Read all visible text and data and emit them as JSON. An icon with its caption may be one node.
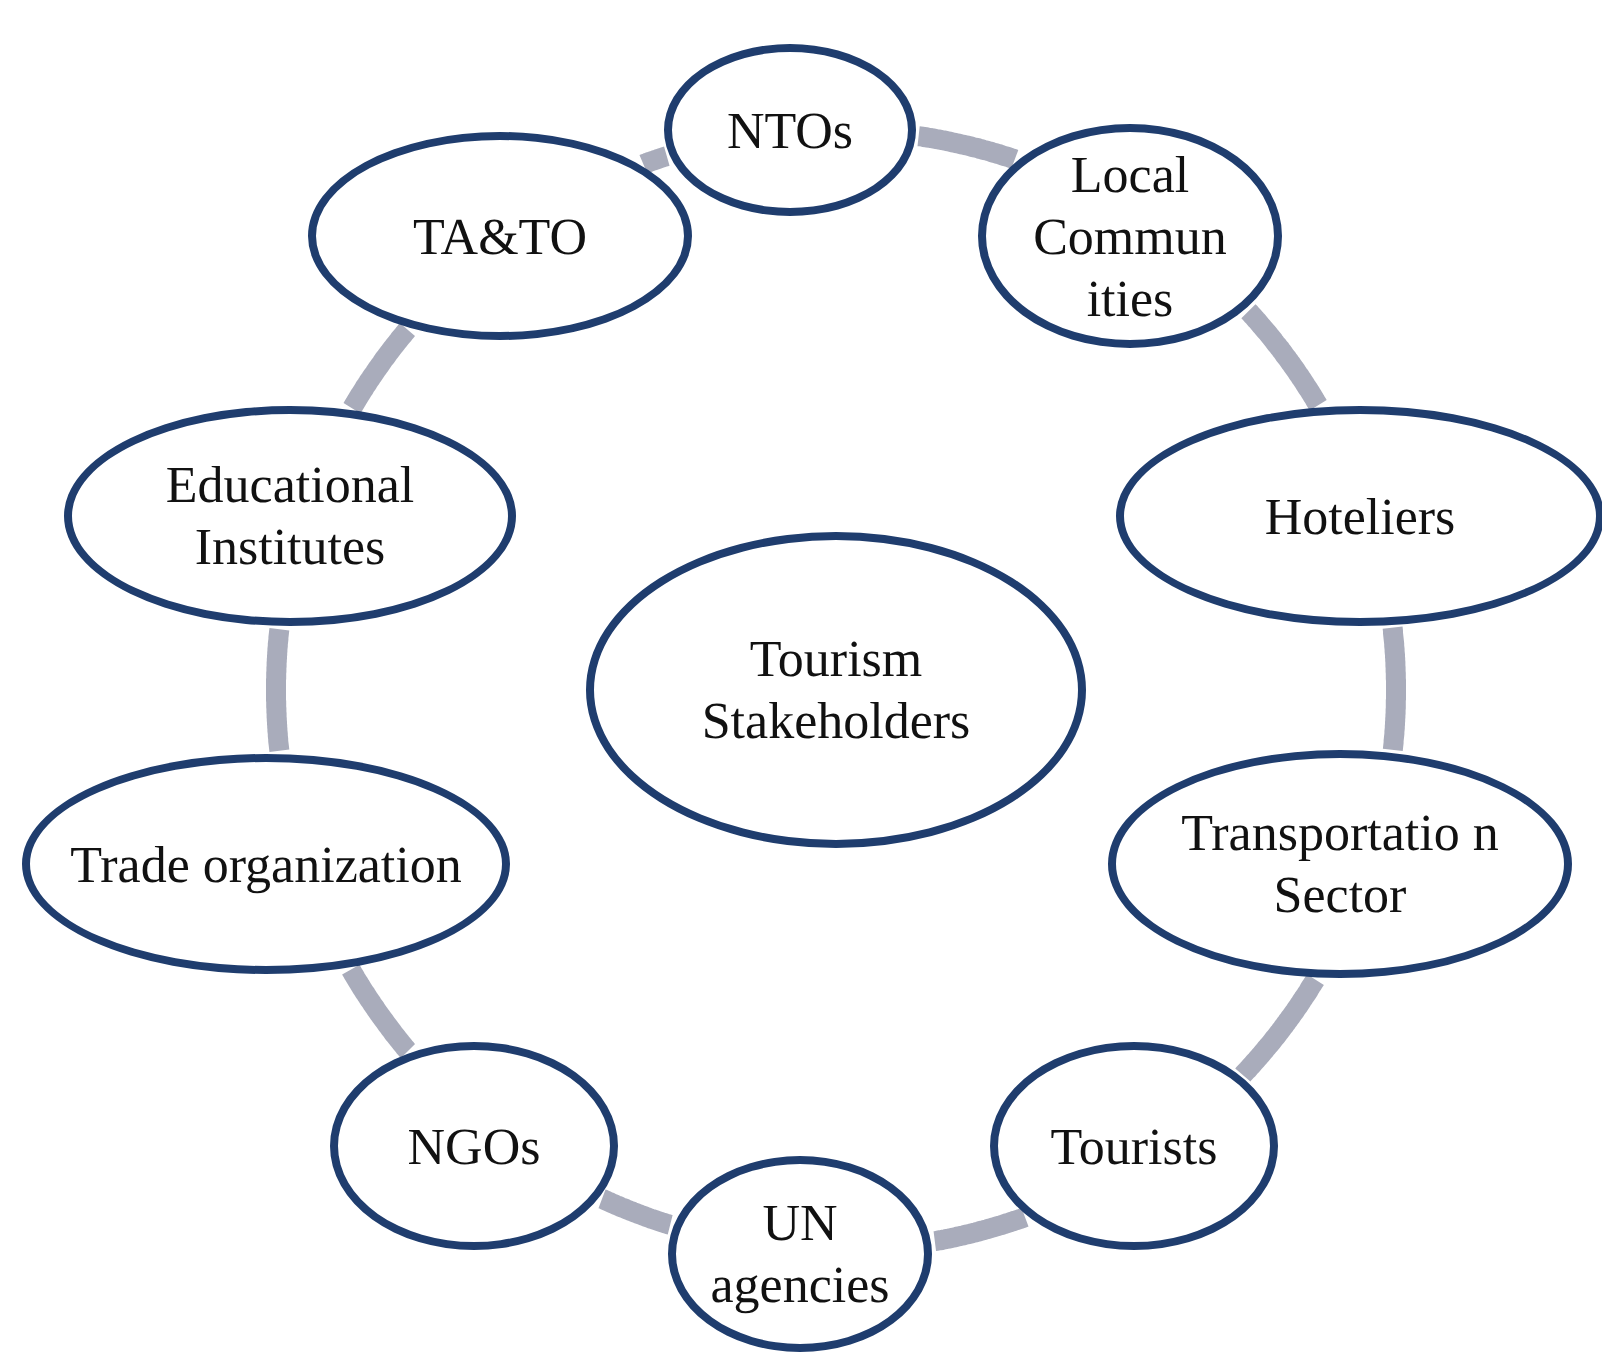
{
  "diagram": {
    "nodes": [
      {
        "text": [
          "NTOs"
        ]
      },
      {
        "text": [
          "TA&TO"
        ]
      },
      {
        "text": [
          "Local Commun ities"
        ]
      },
      {
        "text": [
          "Educational Institutes"
        ]
      },
      {
        "text": [
          "Hoteliers"
        ]
      },
      {
        "text": [
          "Tourism Stakeholders"
        ]
      },
      {
        "text": [
          "Trade organization"
        ]
      },
      {
        "text": [
          "Transportatio n Sector"
        ]
      },
      {
        "text": [
          "NGOs"
        ]
      },
      {
        "text": [
          "Tourists"
        ]
      },
      {
        "text": [
          "UN agencies"
        ]
      }
    ],
    "edges": [
      {
        "from": 0,
        "to": 2,
        "arrow": "none"
      },
      {
        "from": 2,
        "to": 4,
        "arrow": "none"
      },
      {
        "from": 4,
        "to": 7,
        "arrow": "none"
      },
      {
        "from": 7,
        "to": 9,
        "arrow": "none"
      },
      {
        "from": 9,
        "to": 10,
        "arrow": "none"
      },
      {
        "from": 10,
        "to": 8,
        "arrow": "none"
      },
      {
        "from": 8,
        "to": 6,
        "arrow": "none"
      },
      {
        "from": 6,
        "to": 3,
        "arrow": "none"
      },
      {
        "from": 3,
        "to": 1,
        "arrow": "none"
      },
      {
        "from": 1,
        "to": 0,
        "arrow": "none"
      }
    ]
  }
}
